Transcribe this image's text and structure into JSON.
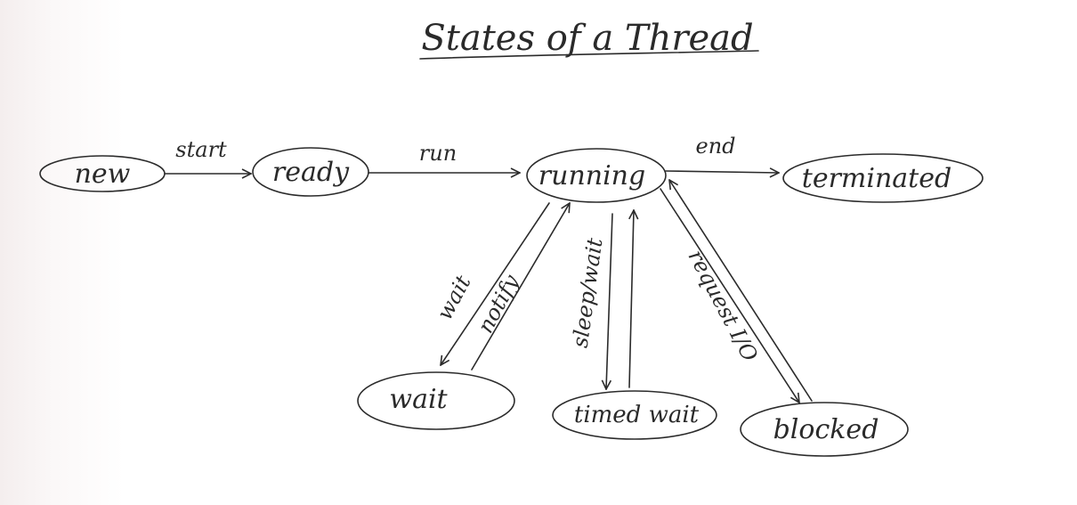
{
  "title": "States of a Thread",
  "states": {
    "new": "new",
    "ready": "ready",
    "running": "running",
    "terminated": "terminated",
    "wait": "wait",
    "timed_wait": "timed wait",
    "blocked": "blocked"
  },
  "transitions": {
    "start": "start",
    "run": "run",
    "end": "end",
    "wait": "wait",
    "notify": "notify",
    "sleep_wait": "sleep/wait",
    "request_io": "request I/O"
  },
  "colors": {
    "ink": "#2b2b2b",
    "board": "#ffffff"
  }
}
